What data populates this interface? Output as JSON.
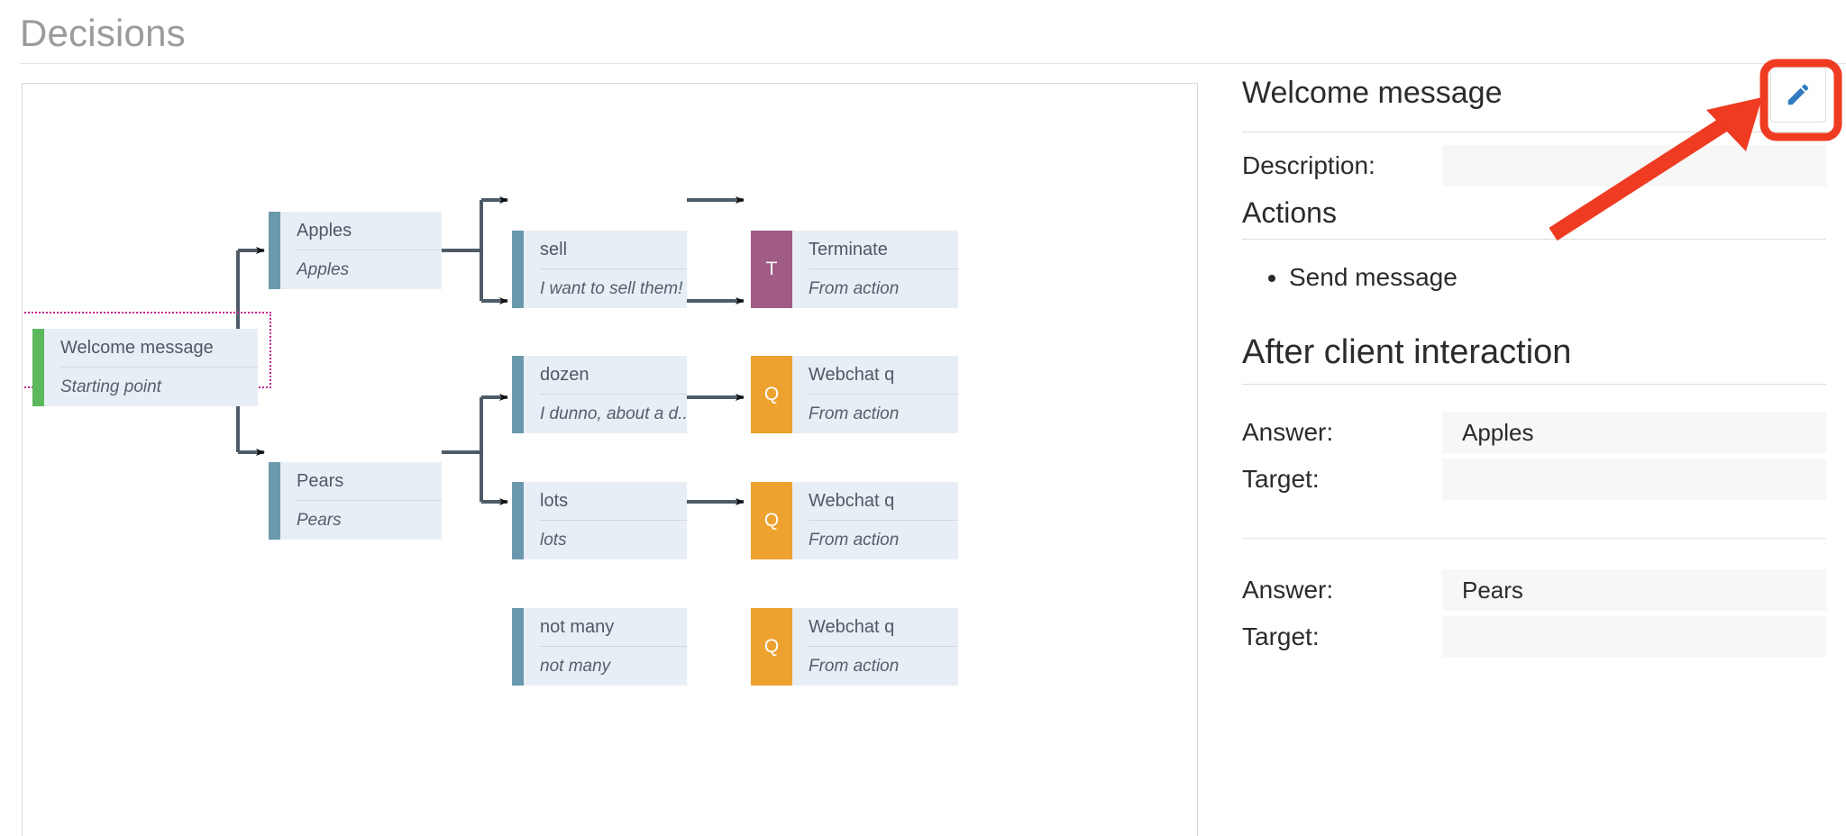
{
  "page": {
    "title": "Decisions"
  },
  "colors": {
    "accent_blue": "#6b98ad",
    "accent_green": "#5cb85c",
    "badge_terminate": "#a05c86",
    "badge_question": "#eda230",
    "node_bg": "#e8eef5",
    "selection": "#c2218f",
    "annotation_red": "#ee3b21",
    "pencil_blue": "#2f7bbf",
    "connector": "#4e5b68"
  },
  "canvas": {
    "nodes": [
      {
        "id": "welcome",
        "title": "Welcome message",
        "subtitle": "Starting point",
        "kind": "start",
        "badge": "",
        "selected": true
      },
      {
        "id": "apples",
        "title": "Apples",
        "subtitle": "Apples",
        "kind": "answer",
        "badge": "",
        "selected": false
      },
      {
        "id": "pears",
        "title": "Pears",
        "subtitle": "Pears",
        "kind": "answer",
        "badge": "",
        "selected": false
      },
      {
        "id": "sell",
        "title": "sell",
        "subtitle": "I want to sell them!",
        "kind": "answer",
        "badge": "",
        "selected": false
      },
      {
        "id": "dozen",
        "title": "dozen",
        "subtitle": "I dunno, about a d...",
        "kind": "answer",
        "badge": "",
        "selected": false
      },
      {
        "id": "lots",
        "title": "lots",
        "subtitle": "lots",
        "kind": "answer",
        "badge": "",
        "selected": false
      },
      {
        "id": "notmany",
        "title": "not many",
        "subtitle": "not many",
        "kind": "answer",
        "badge": "",
        "selected": false
      },
      {
        "id": "terminate",
        "title": "Terminate",
        "subtitle": "From action",
        "kind": "terminate",
        "badge": "T",
        "selected": false
      },
      {
        "id": "webchat1",
        "title": "Webchat q",
        "subtitle": "From action",
        "kind": "question",
        "badge": "Q",
        "selected": false
      },
      {
        "id": "webchat2",
        "title": "Webchat q",
        "subtitle": "From action",
        "kind": "question",
        "badge": "Q",
        "selected": false
      },
      {
        "id": "webchat3",
        "title": "Webchat q",
        "subtitle": "From action",
        "kind": "question",
        "badge": "Q",
        "selected": false
      }
    ]
  },
  "panel": {
    "title": "Welcome message",
    "edit_icon": "pencil-icon",
    "description": {
      "label": "Description:",
      "value": ""
    },
    "actions": {
      "heading": "Actions",
      "items": [
        "Send message"
      ]
    },
    "after_client_interaction": {
      "heading": "After client interaction",
      "groups": [
        {
          "answer_label": "Answer:",
          "answer_value": "Apples",
          "target_label": "Target:",
          "target_value": ""
        },
        {
          "answer_label": "Answer:",
          "answer_value": "Pears",
          "target_label": "Target:",
          "target_value": ""
        }
      ]
    }
  },
  "annotation": {
    "type": "highlight-box-with-arrow",
    "target": "edit-button"
  }
}
